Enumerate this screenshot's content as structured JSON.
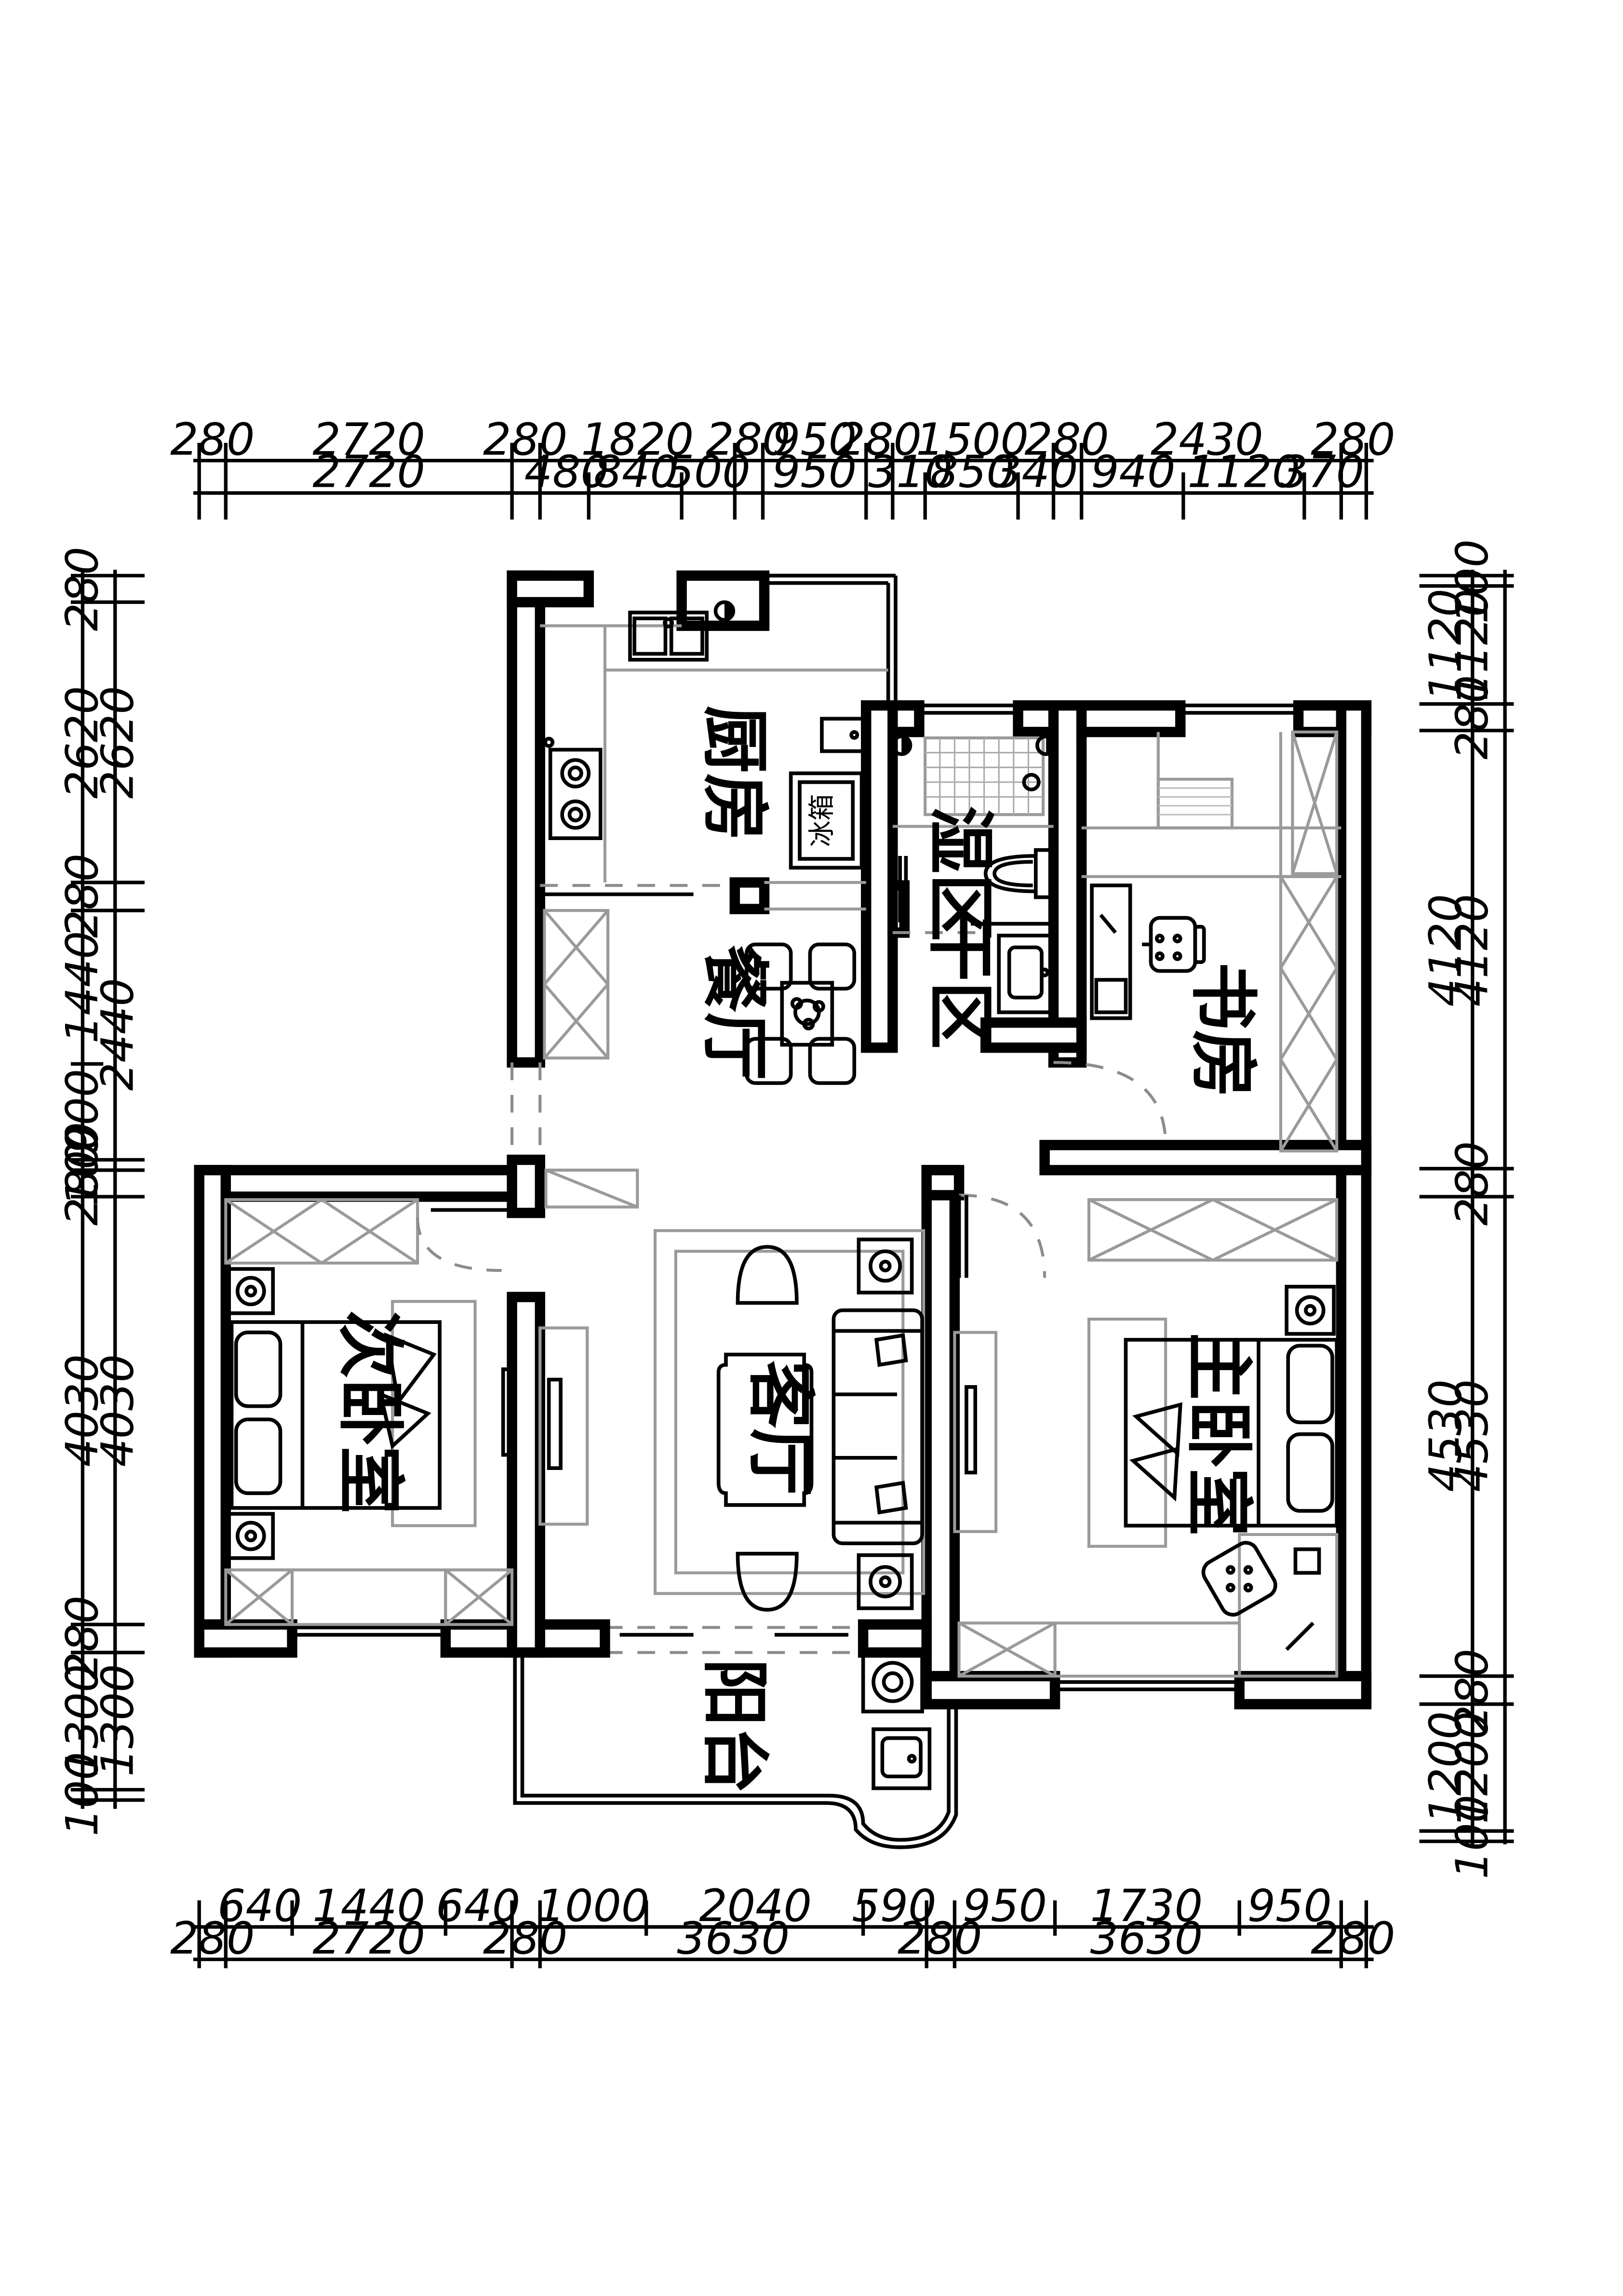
{
  "plan": {
    "rooms": {
      "kitchen": "厨房",
      "dining": "餐厅",
      "wet_area": "湿区",
      "dry_area": "干区",
      "study": "书房",
      "second_bedroom": "次卧室",
      "living_room": "客厅",
      "master_bedroom": "主卧室",
      "balcony": "阳台"
    },
    "fridge_label": "冰箱",
    "top_dims": {
      "row1": [
        "280",
        "2720",
        "280",
        "1820",
        "280",
        "950",
        "280",
        "1500",
        "280",
        "2430",
        "280"
      ],
      "row2": [
        "2720",
        "480",
        "840",
        "500",
        "950",
        "310",
        "850",
        "340",
        "940",
        "1120",
        "370"
      ]
    },
    "bottom_dims": {
      "row1": [
        "640",
        "1440",
        "640",
        "1000",
        "2040",
        "590",
        "950",
        "1730",
        "950"
      ],
      "row2": [
        "280",
        "2720",
        "280",
        "3630",
        "280",
        "3630",
        "280"
      ]
    },
    "left_dims": {
      "outer": [
        "280",
        "2620",
        "280",
        "1440",
        "900",
        "100",
        "280",
        "4030",
        "280",
        "1300",
        "100"
      ],
      "inner": [
        "2620",
        "2440",
        "4030",
        "1300"
      ]
    },
    "right_dims": {
      "outer": [
        "100",
        "1120",
        "280",
        "4120",
        "280",
        "4530",
        "280",
        "1200",
        "100"
      ],
      "inner": [
        "1120",
        "4120",
        "4530",
        "1200"
      ]
    }
  }
}
